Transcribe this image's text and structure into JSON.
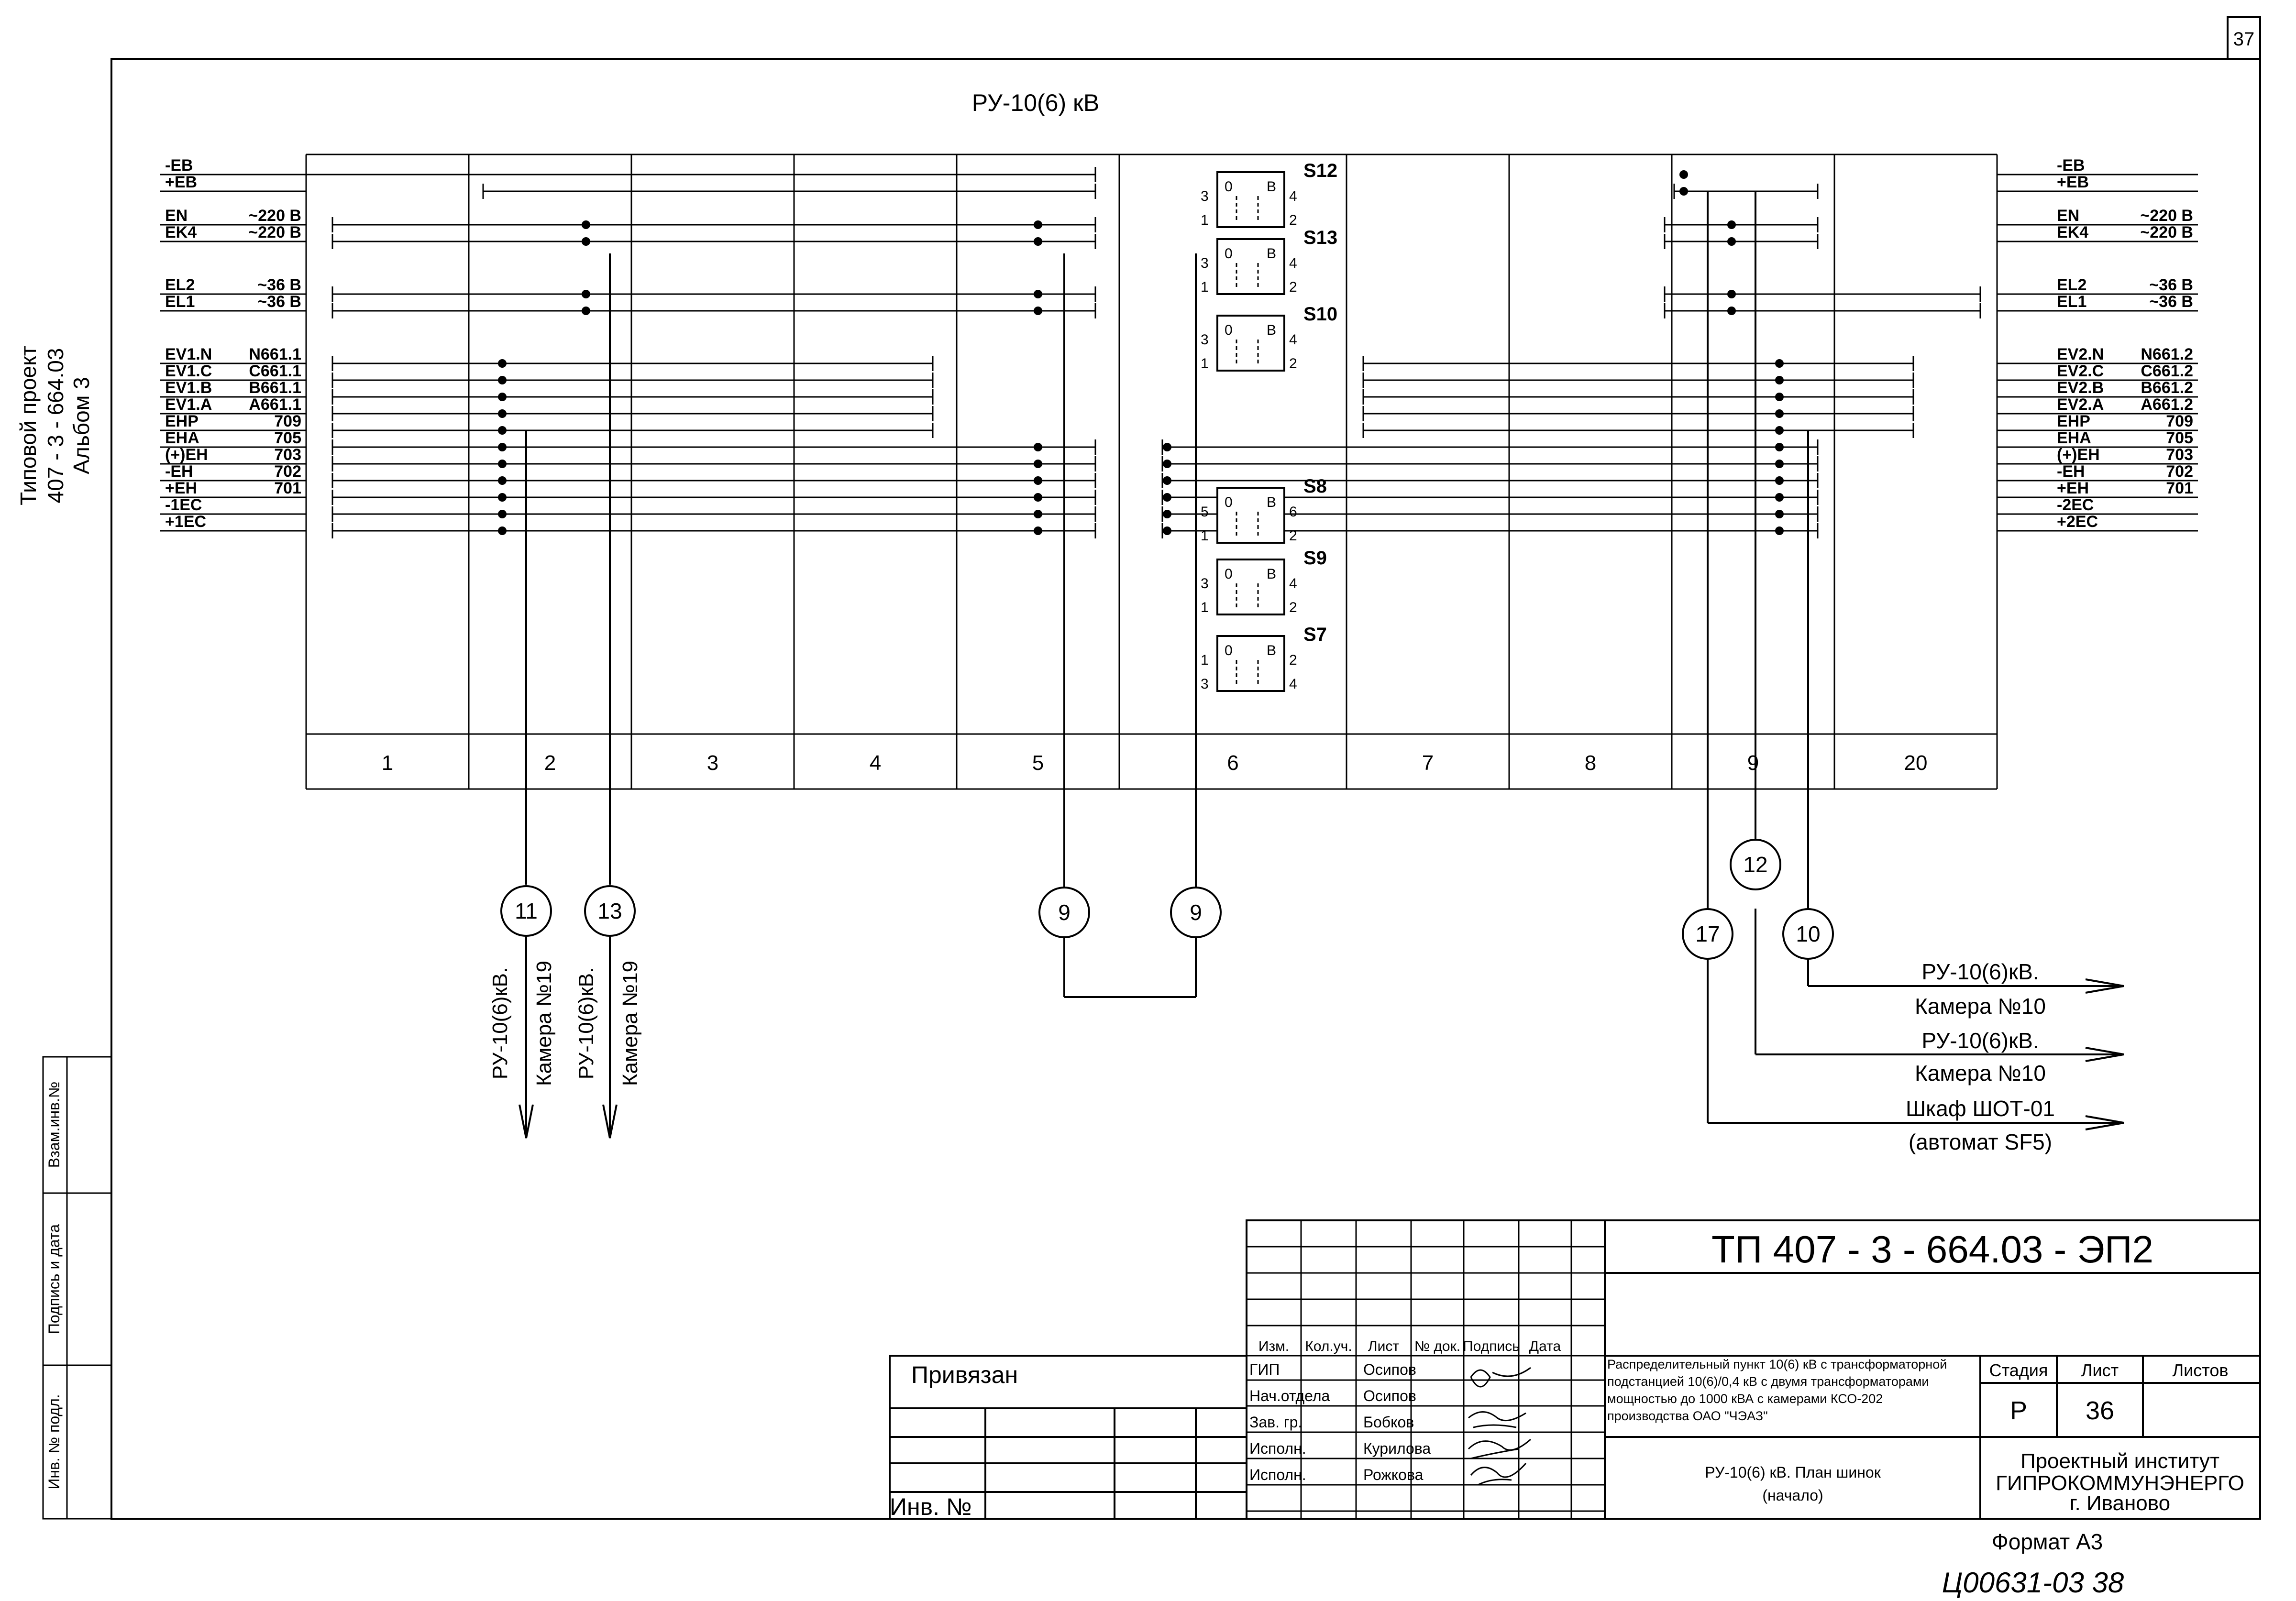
{
  "sheet_number": "37",
  "side_title": [
    "Типовой проект",
    "407 - 3 - 664.03",
    "Альбом 3"
  ],
  "diagram_title": "РУ-10(6) кВ",
  "left_buses": [
    {
      "name": "-EB",
      "value": ""
    },
    {
      "name": "+EB",
      "value": ""
    },
    {
      "name": "EN",
      "value": "~220 В"
    },
    {
      "name": "EK4",
      "value": "~220 В"
    },
    {
      "name": "EL2",
      "value": "~36 В"
    },
    {
      "name": "EL1",
      "value": "~36 В"
    },
    {
      "name": "EV1.N",
      "value": "N661.1"
    },
    {
      "name": "EV1.C",
      "value": "C661.1"
    },
    {
      "name": "EV1.B",
      "value": "B661.1"
    },
    {
      "name": "EV1.A",
      "value": "A661.1"
    },
    {
      "name": "EHP",
      "value": "709"
    },
    {
      "name": "EHA",
      "value": "705"
    },
    {
      "name": "(+)EH",
      "value": "703"
    },
    {
      "name": "-EH",
      "value": "702"
    },
    {
      "name": "+EH",
      "value": "701"
    },
    {
      "name": "-1EC",
      "value": ""
    },
    {
      "name": "+1EC",
      "value": ""
    }
  ],
  "right_buses": [
    {
      "name": "-EB",
      "value": ""
    },
    {
      "name": "+EB",
      "value": ""
    },
    {
      "name": "EN",
      "value": "~220 В"
    },
    {
      "name": "EK4",
      "value": "~220 В"
    },
    {
      "name": "EL2",
      "value": "~36 В"
    },
    {
      "name": "EL1",
      "value": "~36 В"
    },
    {
      "name": "EV2.N",
      "value": "N661.2"
    },
    {
      "name": "EV2.C",
      "value": "C661.2"
    },
    {
      "name": "EV2.B",
      "value": "B661.2"
    },
    {
      "name": "EV2.A",
      "value": "A661.2"
    },
    {
      "name": "EHP",
      "value": "709"
    },
    {
      "name": "EHA",
      "value": "705"
    },
    {
      "name": "(+)EH",
      "value": "703"
    },
    {
      "name": "-EH",
      "value": "702"
    },
    {
      "name": "+EH",
      "value": "701"
    },
    {
      "name": "-2EC",
      "value": ""
    },
    {
      "name": "+2EC",
      "value": ""
    }
  ],
  "cells": [
    "1",
    "2",
    "3",
    "4",
    "5",
    "6",
    "7",
    "8",
    "9",
    "20"
  ],
  "switches": [
    {
      "name": "S12",
      "top": "3",
      "bottom": "1",
      "r_top": "4",
      "r_bottom": "2"
    },
    {
      "name": "S13",
      "top": "3",
      "bottom": "1",
      "r_top": "4",
      "r_bottom": "2"
    },
    {
      "name": "S10",
      "top": "3",
      "bottom": "1",
      "r_top": "4",
      "r_bottom": "2"
    },
    {
      "name": "S8",
      "top": "5",
      "bottom": "1",
      "r_top": "6",
      "r_bottom": "2"
    },
    {
      "name": "S9",
      "top": "3",
      "bottom": "1",
      "r_top": "4",
      "r_bottom": "2"
    },
    {
      "name": "S7",
      "top": "1",
      "bottom": "3",
      "r_top": "2",
      "r_bottom": "4"
    }
  ],
  "switch_contacts": {
    "left": "0",
    "right": "В"
  },
  "cables": [
    "11",
    "13",
    "9",
    "9",
    "12",
    "17",
    "10"
  ],
  "down_destinations": [
    {
      "line1": "РУ-10(6)кВ.",
      "line2": "Камера №19"
    },
    {
      "line1": "РУ-10(6)кВ.",
      "line2": "Камера №19"
    }
  ],
  "right_destinations": [
    {
      "line1": "РУ-10(6)кВ.",
      "line2": "Камера №10"
    },
    {
      "line1": "РУ-10(6)кВ.",
      "line2": "Камера №10"
    },
    {
      "line1": "Шкаф ШОТ-01",
      "line2": "(автомат SF5)"
    }
  ],
  "stamp_side": [
    "Взам.инв.№",
    "Подпись и дата",
    "Инв. № подл."
  ],
  "title_block": {
    "doc_code": "ТП  407 - 3 - 664.03 - ЭП2",
    "bound": "Привязан",
    "inv": "Инв. №",
    "headers": [
      "Изм.",
      "Кол.уч.",
      "Лист",
      "№ док.",
      "Подпись",
      "Дата"
    ],
    "roles": [
      {
        "role": "ГИП",
        "name": "Осипов"
      },
      {
        "role": "Нач.отдела",
        "name": "Осипов"
      },
      {
        "role": "Зав. гр.",
        "name": "Бобков"
      },
      {
        "role": "Исполн.",
        "name": "Курилова"
      },
      {
        "role": "Исполн.",
        "name": "Рожкова"
      }
    ],
    "description": [
      "Распределительный пункт 10(6) кВ с трансформаторной",
      "подстанцией 10(6)/0,4 кВ с двумя трансформаторами",
      "мощностью до 1000 кВА с камерами КСО-202",
      "производства ОАО \"ЧЭАЗ\""
    ],
    "sheet_title": [
      "РУ-10(6) кВ. План шинок",
      "(начало)"
    ],
    "stage_header": "Стадия",
    "sheet_header": "Лист",
    "sheets_header": "Листов",
    "stage": "Р",
    "sheet": "36",
    "sheets": "",
    "org": [
      "Проектный институт",
      "ГИПРОКОММУНЭНЕРГО",
      "г. Иваново"
    ]
  },
  "format": "Формат А3",
  "handwritten": "Ц00631-03   38"
}
